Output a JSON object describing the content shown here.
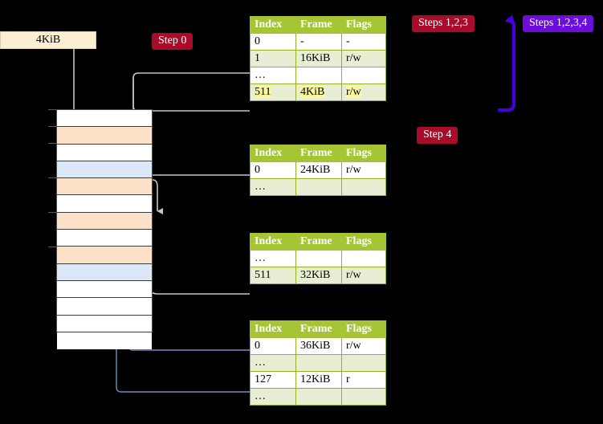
{
  "legend": {
    "size_label": "4KiB"
  },
  "badges": [
    {
      "id": "step0",
      "label": "Step 0",
      "color": "#a80c2a"
    },
    {
      "id": "step4",
      "label": "Step 4",
      "color": "#a80c2a"
    },
    {
      "id": "steps123",
      "label": "Steps 1,2,3",
      "color": "#a80c2a"
    },
    {
      "id": "steps1234",
      "label": "Steps 1,2,3,4",
      "color": "#6a0ddd"
    }
  ],
  "memory": {
    "rows": [
      {
        "fill": "white"
      },
      {
        "fill": "peach"
      },
      {
        "fill": "white"
      },
      {
        "fill": "blue"
      },
      {
        "fill": "peach"
      },
      {
        "fill": "white"
      },
      {
        "fill": "peach"
      },
      {
        "fill": "white"
      },
      {
        "fill": "peach"
      },
      {
        "fill": "blue"
      },
      {
        "fill": "white"
      },
      {
        "fill": "white"
      },
      {
        "fill": "white"
      },
      {
        "fill": "white"
      }
    ],
    "colors": {
      "white": "#ffffff",
      "peach": "#fde0c8",
      "blue": "#dbe7f6"
    }
  },
  "tables": {
    "columns": [
      "Index",
      "Frame",
      "Flags"
    ],
    "list": [
      {
        "id": "table1",
        "rows": [
          {
            "index": "0",
            "frame": "-",
            "flags": "-",
            "style": "plain",
            "highlight": false
          },
          {
            "index": "1",
            "frame": "16KiB",
            "flags": "r/w",
            "style": "alt",
            "highlight": false
          },
          {
            "index": "…",
            "frame": "",
            "flags": "",
            "style": "plain",
            "highlight": false
          },
          {
            "index": "511",
            "frame": "4KiB",
            "flags": "r/w",
            "style": "alt",
            "highlight": true
          }
        ]
      },
      {
        "id": "table2",
        "rows": [
          {
            "index": "0",
            "frame": "24KiB",
            "flags": "r/w",
            "style": "plain",
            "highlight": false
          },
          {
            "index": "…",
            "frame": "",
            "flags": "",
            "style": "alt",
            "highlight": false
          }
        ]
      },
      {
        "id": "table3",
        "rows": [
          {
            "index": "…",
            "frame": "",
            "flags": "",
            "style": "plain",
            "highlight": false
          },
          {
            "index": "511",
            "frame": "32KiB",
            "flags": "r/w",
            "style": "alt",
            "highlight": false
          }
        ]
      },
      {
        "id": "table4",
        "rows": [
          {
            "index": "0",
            "frame": "36KiB",
            "flags": "r/w",
            "style": "plain",
            "highlight": false
          },
          {
            "index": "…",
            "frame": "",
            "flags": "",
            "style": "alt",
            "highlight": false
          },
          {
            "index": "127",
            "frame": "12KiB",
            "flags": "r",
            "style": "plain",
            "highlight": false
          },
          {
            "index": "…",
            "frame": "",
            "flags": "",
            "style": "alt",
            "highlight": false
          }
        ]
      }
    ]
  },
  "colors": {
    "header_green": "#a5c534",
    "row_alt": "#e8eed3",
    "highlight_yellow": "#fbf79a",
    "peach": "#fde0c8",
    "lightblue": "#dbe7f6",
    "gray_wire": "#b8b8b8",
    "blue_wire": "#7090c0",
    "violet": "#4400dd",
    "crimson": "#a80c2a",
    "cream": "#fbefd2",
    "background": "#000000"
  }
}
